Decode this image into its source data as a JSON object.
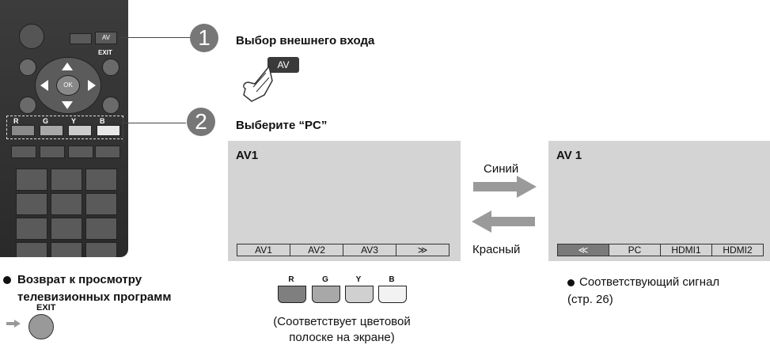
{
  "remote": {
    "av_label": "AV",
    "exit_label": "EXIT",
    "ok_label": "OK",
    "color_keys": [
      "R",
      "G",
      "Y",
      "B"
    ]
  },
  "steps": [
    {
      "number": "1",
      "title": "Выбор внешнего входа",
      "button_label": "AV"
    },
    {
      "number": "2",
      "title": "Выберите “PC”"
    }
  ],
  "screen_left": {
    "title": "AV1",
    "bar": [
      "AV1",
      "AV2",
      "AV3",
      "≫"
    ]
  },
  "screen_right": {
    "title": "AV 1",
    "bar": [
      "≪",
      "PC",
      "HDMI1",
      "HDMI2"
    ]
  },
  "arrows": {
    "right_label": "Синий",
    "left_label": "Красный"
  },
  "color_buttons": [
    {
      "letter": "R",
      "color": "#7f7f7f"
    },
    {
      "letter": "G",
      "color": "#a8a8a8"
    },
    {
      "letter": "Y",
      "color": "#d0d0d0"
    },
    {
      "letter": "B",
      "color": "#f2f2f2"
    }
  ],
  "color_note": [
    "(Соответствует цветовой",
    "полоске на экране)"
  ],
  "return_note": {
    "line1": "Возврат к просмотру",
    "line2": "телевизионных программ",
    "exit_label": "EXIT"
  },
  "signal_note": {
    "line1": "Соответствующий сигнал",
    "line2": "(стр. 26)"
  }
}
